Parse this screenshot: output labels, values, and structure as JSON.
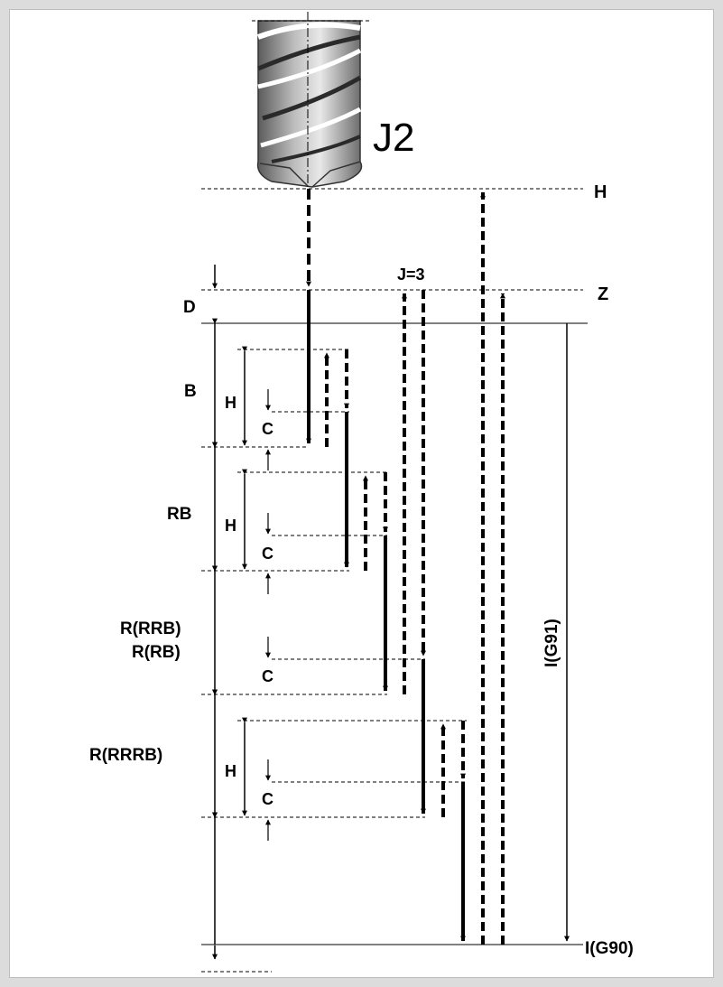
{
  "figure": {
    "tool_label": "J2",
    "labels": {
      "H_top": "H",
      "Z": "Z",
      "J_eq": "J=3",
      "D": "D",
      "B": "B",
      "RB": "RB",
      "R_RRB": "R(RRB)",
      "R_RB": "R(RB)",
      "R_RRRB": "R(RRRB)",
      "H_dim": "H",
      "C": "C",
      "I_G91": "I(G91)",
      "I_G90": "I(G90)"
    },
    "colors": {
      "background": "#ffffff",
      "ink": "#000000",
      "frame": "#dcdcdc"
    }
  }
}
